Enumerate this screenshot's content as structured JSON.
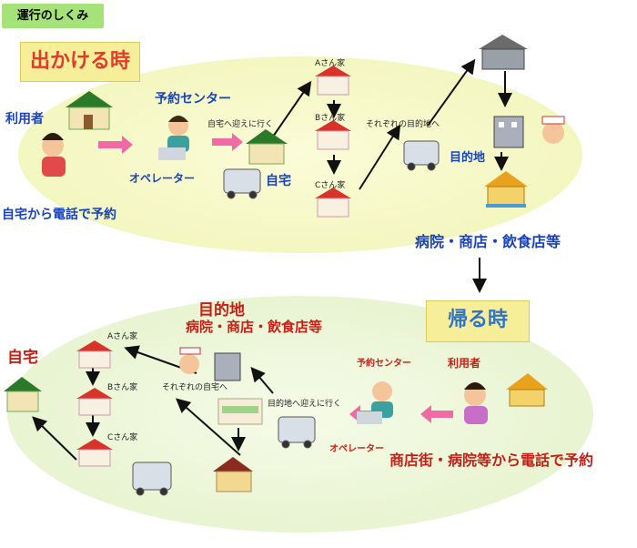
{
  "header": {
    "tab_label": "運行のしくみ"
  },
  "go": {
    "badge": "出かける時",
    "user_label": "利用者",
    "call_label": "自宅から電話で予約",
    "center_label": "予約センター",
    "operator_label": "オペレーター",
    "pickup_label": "自宅へ迎えに行く",
    "home_label": "自宅",
    "a_house": "Aさん家",
    "b_house": "Bさん家",
    "c_house": "Cさん家",
    "each_dest": "それぞれの目的地へ",
    "dest_label": "目的地",
    "dest_types": "病院・商店・飲食店等"
  },
  "ret": {
    "badge": "帰る時",
    "dest_title": "目的地",
    "dest_types": "病院・商店・飲食店等",
    "home_label": "自宅",
    "a_house": "Aさん家",
    "b_house": "Bさん家",
    "c_house": "Cさん家",
    "each_home": "それぞれの自宅へ",
    "pickup_label": "目的地へ迎えに行く",
    "center_label": "予約センター",
    "operator_label": "オペレーター",
    "user_label": "利用者",
    "call_label": "商店街・病院等から電話で予約"
  },
  "colors": {
    "ellipse": "#f6f8c6",
    "ellipse_bottom": "#eef6d6",
    "pink_arrow": "#f06aa6",
    "tag_bg": "#a6e27a"
  }
}
